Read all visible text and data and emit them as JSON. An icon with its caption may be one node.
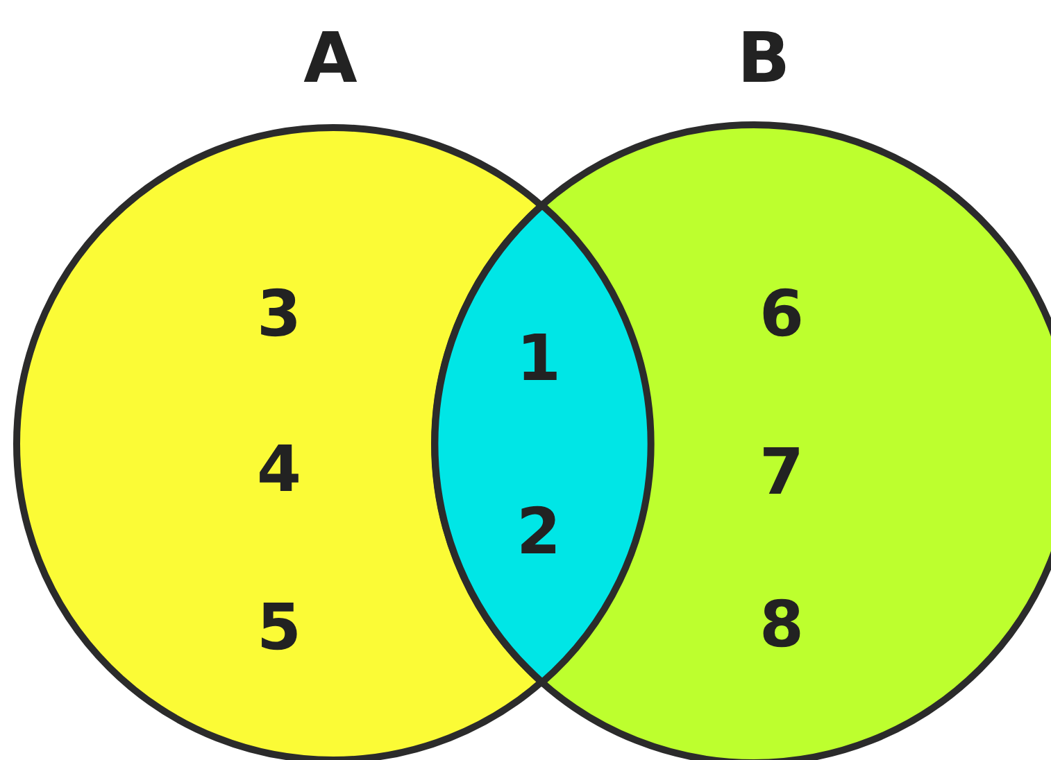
{
  "diagram": {
    "nodes": [
      {
        "text": [
          "A",
          "3",
          "4",
          "5"
        ]
      },
      {
        "text": [
          "B",
          "6",
          "7",
          "8"
        ]
      },
      {
        "text": [
          "1",
          "2"
        ]
      }
    ]
  }
}
